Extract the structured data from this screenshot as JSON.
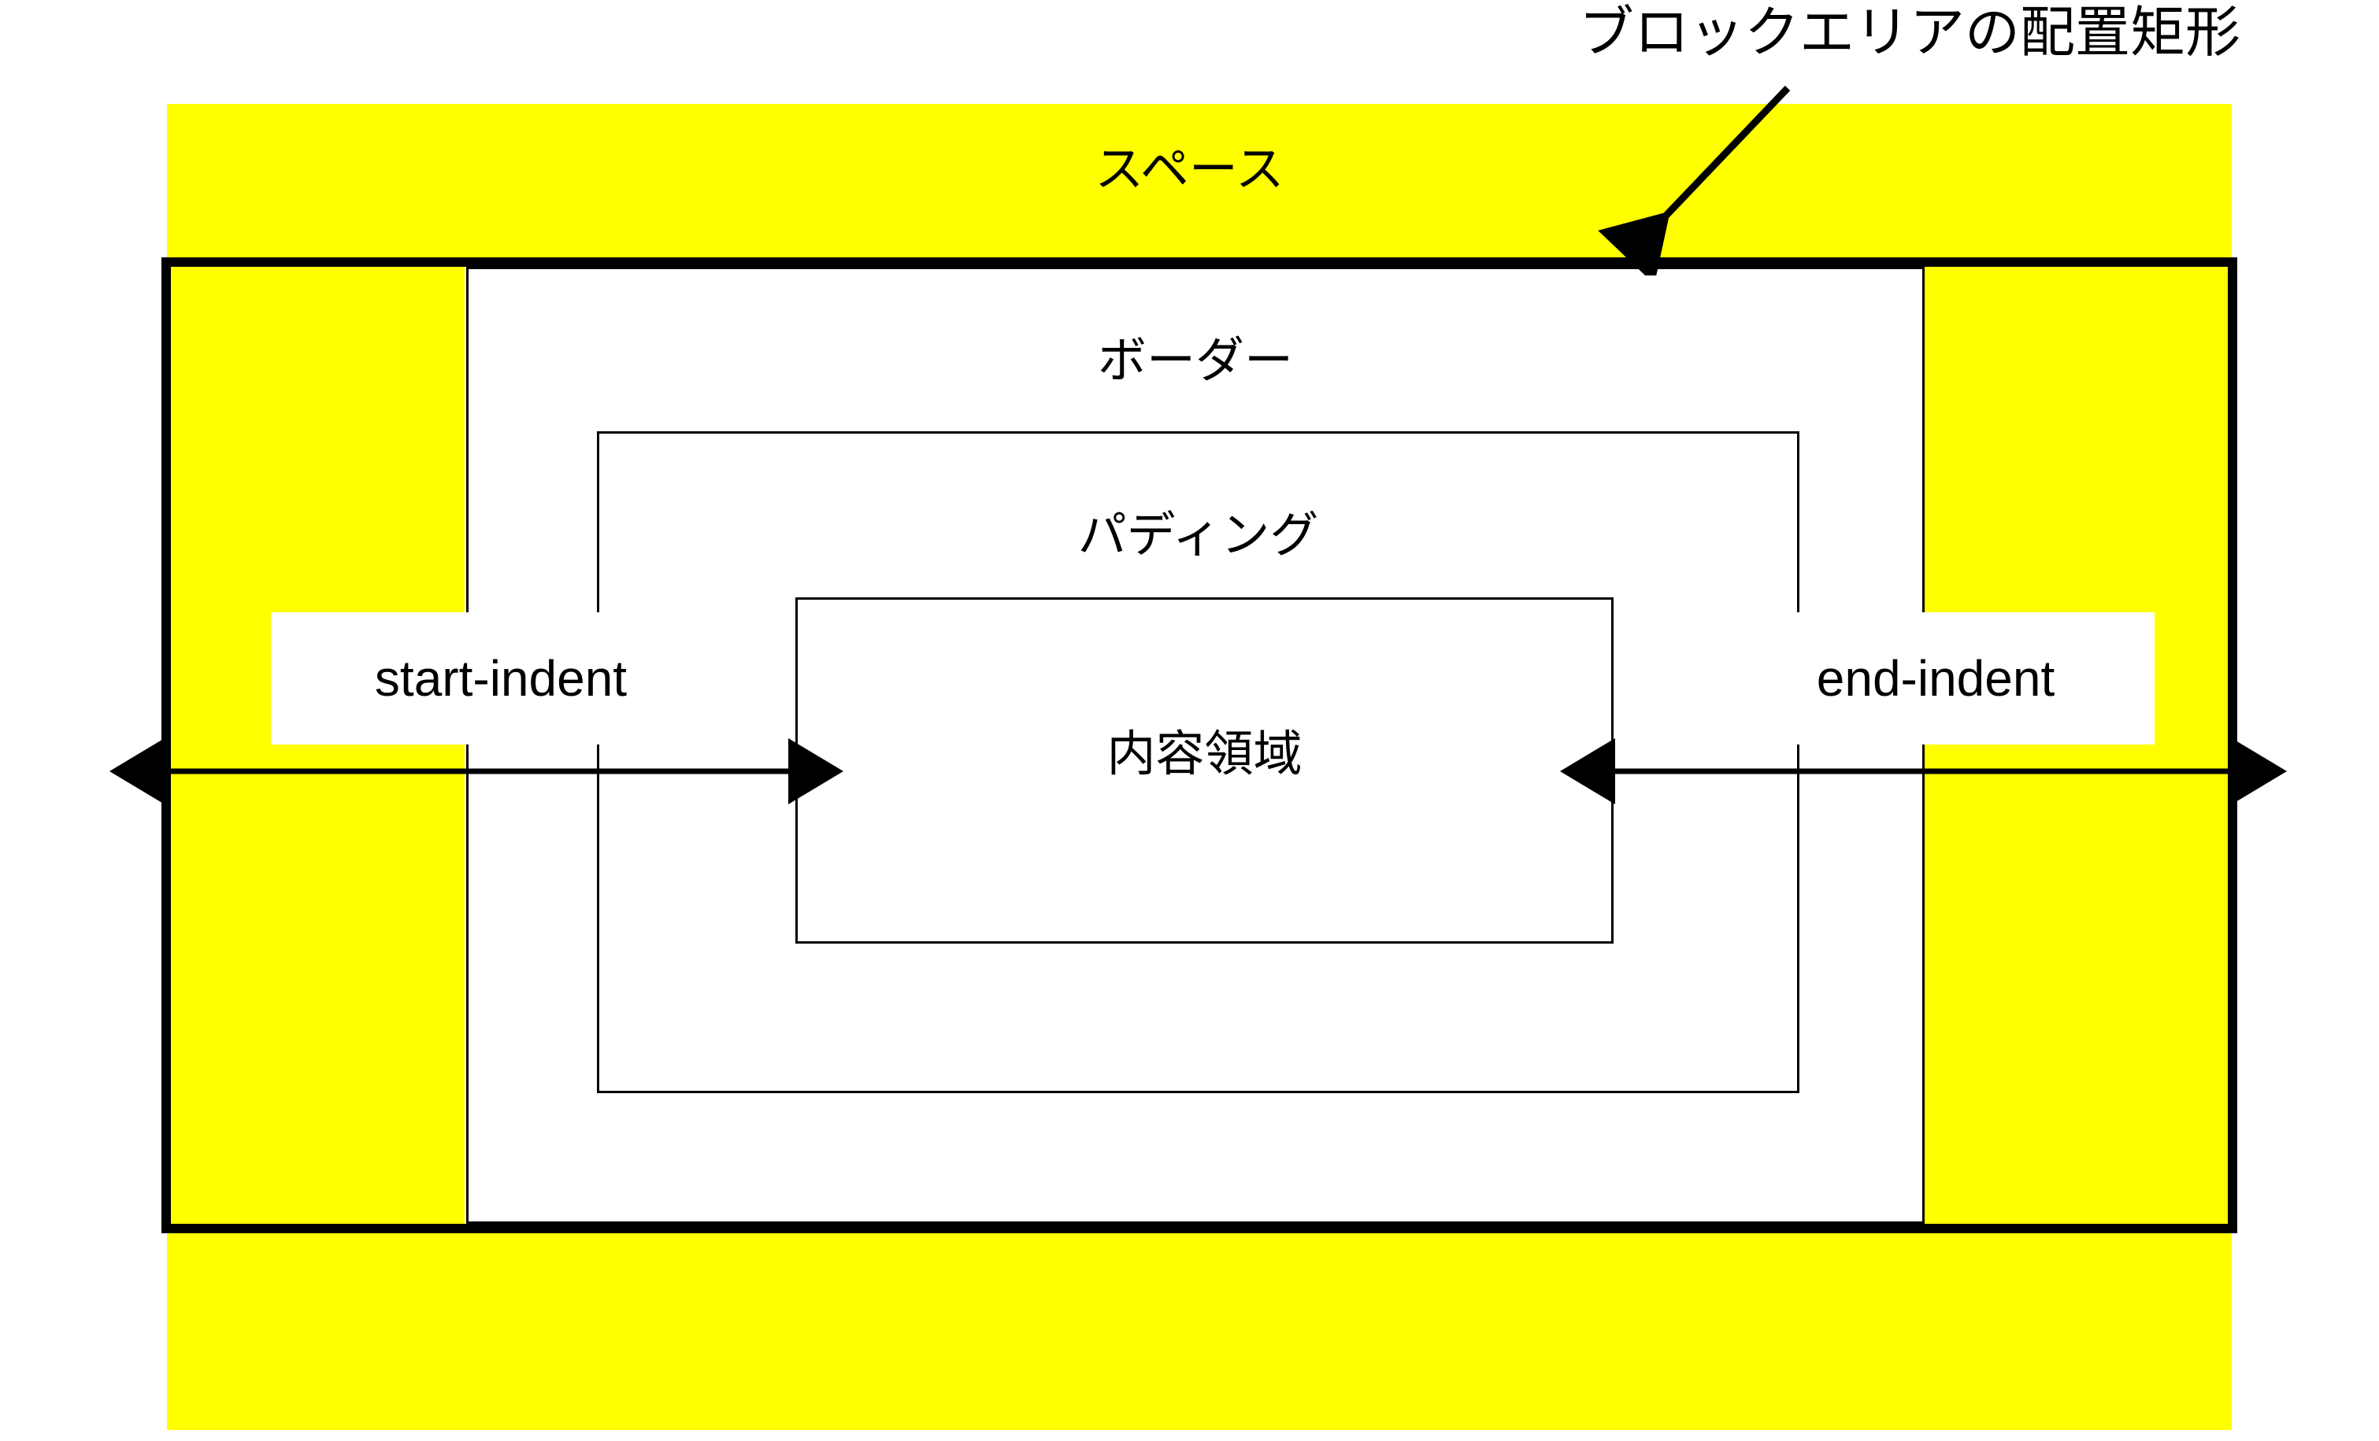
{
  "diagram": {
    "title_callout": "ブロックエリアの配置矩形",
    "regions": {
      "space": "スペース",
      "border": "ボーダー",
      "padding": "パディング",
      "content": "内容領域"
    },
    "measures": {
      "start_indent": "start-indent",
      "end_indent": "end-indent"
    },
    "colors": {
      "space_fill": "#FFFF00",
      "stroke": "#000000",
      "background": "#FFFFFF"
    }
  }
}
